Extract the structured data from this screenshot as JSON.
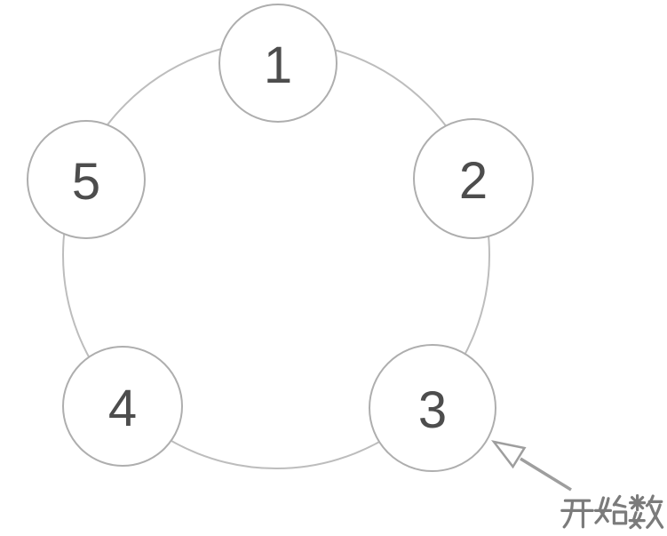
{
  "diagram": {
    "kind": "circle-of-numbered-nodes",
    "nodes": [
      {
        "label": "1"
      },
      {
        "label": "2"
      },
      {
        "label": "3"
      },
      {
        "label": "4"
      },
      {
        "label": "5"
      }
    ],
    "annotation": {
      "label": "开始数",
      "points_to_node": "3"
    },
    "colors": {
      "background": "#ffffff",
      "ring_stroke": "#bdbdbd",
      "node_stroke": "#aeaeae",
      "node_fill": "#ffffff",
      "number_text": "#4d4d4d",
      "arrow": "#9e9e9e",
      "annotation_text": "#7b7b7b"
    }
  }
}
